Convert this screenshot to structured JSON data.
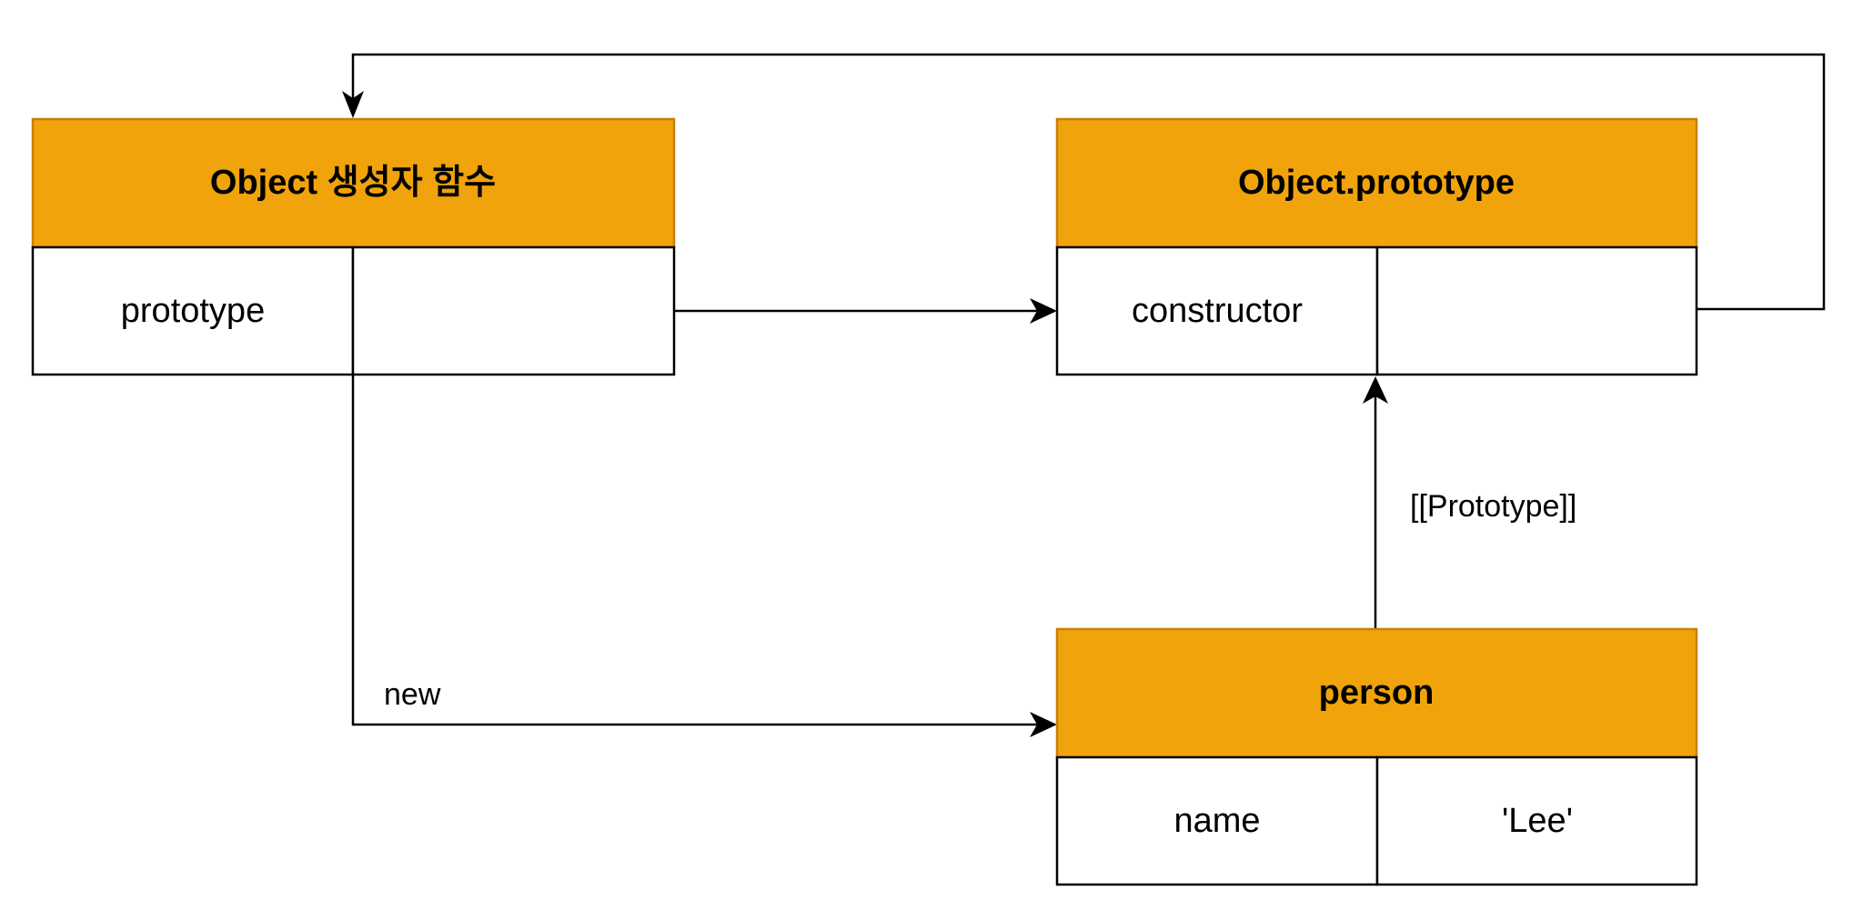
{
  "colors": {
    "header_fill": "#f0a30a",
    "header_stroke": "#c97f0a",
    "cell_fill": "#ffffff",
    "line": "#000000"
  },
  "nodes": {
    "object_constructor": {
      "title": "Object 생성자 함수",
      "key": "prototype",
      "value": ""
    },
    "object_prototype": {
      "title": "Object.prototype",
      "key": "constructor",
      "value": ""
    },
    "person": {
      "title": "person",
      "key": "name",
      "value": "'Lee'"
    }
  },
  "edges": {
    "prototype_link": {
      "label": ""
    },
    "constructor_link": {
      "label": ""
    },
    "new_link": {
      "label": "new"
    },
    "proto_internal_link": {
      "label": "[[Prototype]]"
    }
  }
}
